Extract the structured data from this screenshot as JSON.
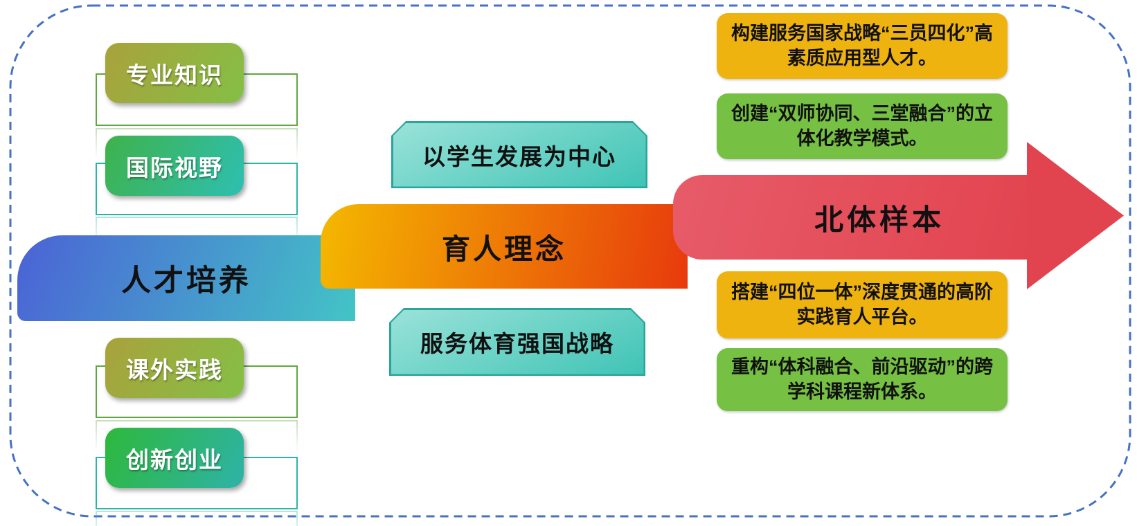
{
  "canvas": {
    "background": "#ffffff",
    "border_color": "#4472c4"
  },
  "left_panel": {
    "band": {
      "label": "人才培养",
      "gradient_from": "#4b62d6",
      "gradient_to": "#43c4c6"
    },
    "items": [
      {
        "label": "专业知识",
        "gradient_from": "#a9a23c",
        "gradient_to": "#85bf45",
        "outline_color": "#5fa83f"
      },
      {
        "label": "国际视野",
        "gradient_from": "#3eb24b",
        "gradient_to": "#2ebfb1",
        "outline_color": "#2ab5ab"
      },
      {
        "label": "课外实践",
        "gradient_from": "#a9a23c",
        "gradient_to": "#85bf45",
        "outline_color": "#5fa83f"
      },
      {
        "label": "创新创业",
        "gradient_from": "#2eb83a",
        "gradient_to": "#2eb3a8",
        "outline_color": "#2ab5ab"
      }
    ]
  },
  "center_panel": {
    "band": {
      "label": "育人理念",
      "gradient_from": "#f4b800",
      "gradient_to": "#e73a0c"
    },
    "top_box": {
      "label": "以学生发展为中心",
      "gradient_from": "#9ae2d9",
      "gradient_to": "#3fc4b5",
      "border_color": "#2aa59a"
    },
    "bottom_box": {
      "label": "服务体育强国战略",
      "gradient_from": "#9ae2d9",
      "gradient_to": "#3fc4b5",
      "border_color": "#2aa59a"
    }
  },
  "right_panel": {
    "arrow": {
      "label": "北体样本",
      "gradient_from": "#e75b69",
      "gradient_to": "#e2444f"
    },
    "cards": [
      {
        "text": "构建服务国家战略“三员四化”高素质应用型人才。",
        "color": "#efb310"
      },
      {
        "text": "创建“双师协同、三堂融合”的立体化教学模式。",
        "color": "#76c043"
      },
      {
        "text": "搭建“四位一体”深度贯通的高阶实践育人平台。",
        "color": "#efb310"
      },
      {
        "text": "重构“体科融合、前沿驱动”的跨学科课程新体系。",
        "color": "#76c043"
      }
    ]
  }
}
